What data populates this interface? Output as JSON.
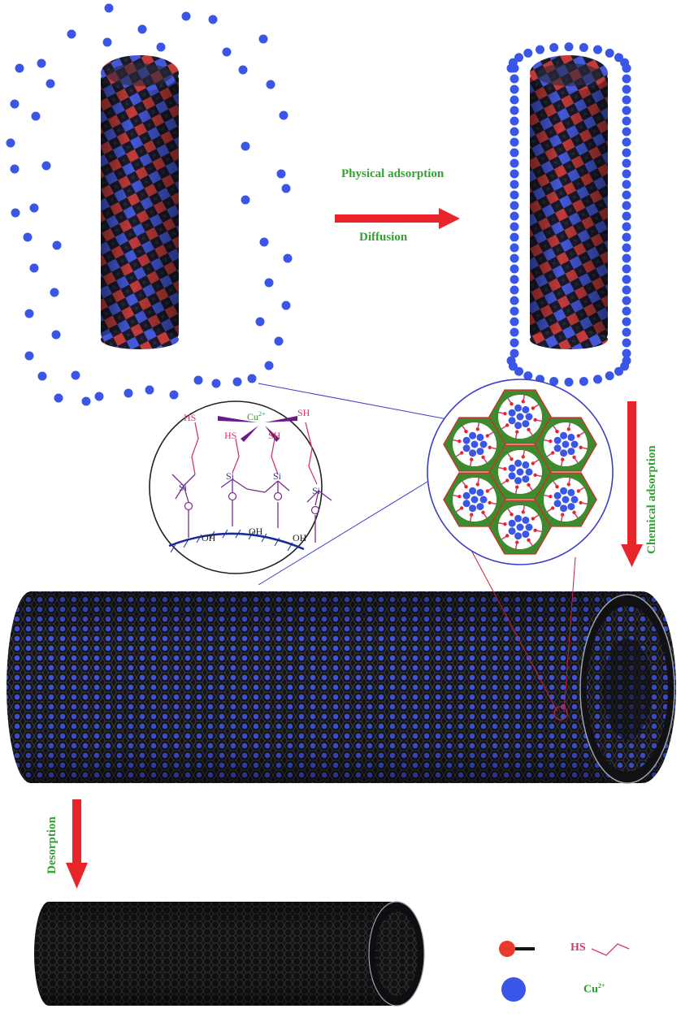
{
  "labels": {
    "physical_adsorption": "Physical adsorption",
    "diffusion": "Diffusion",
    "chemical_adsorption": "Chemical adsorption",
    "desorption": "Desorption"
  },
  "molecule": {
    "hs_labels": [
      "HS",
      "HS",
      "SH",
      "SH"
    ],
    "cu": "Cu",
    "cu_charge": "2+",
    "si_labels": [
      "Si",
      "Si",
      "Si",
      "Si"
    ],
    "o_labels": [
      "O",
      "O",
      "O",
      "O"
    ],
    "oh_labels": [
      "OH",
      "OH",
      "OH"
    ]
  },
  "legend": {
    "hs_text": "HS",
    "cu_text": "Cu",
    "cu_charge": "2+"
  },
  "colors": {
    "ion_blue": "#3a56e8",
    "arrow_red": "#e8262a",
    "label_green": "#2fa52f",
    "tube_dark": "#141414",
    "ligand_pink": "#d9366b",
    "silica_purple": "#3a2d8c",
    "hex_green": "#3d8a2f"
  }
}
